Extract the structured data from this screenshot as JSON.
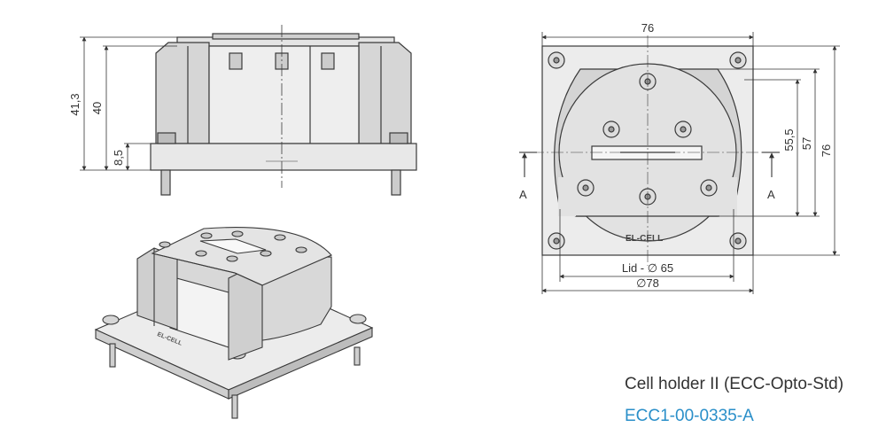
{
  "dimensions": {
    "side_total_height": "41,3",
    "side_body_height": "40",
    "side_base_height": "8,5",
    "top_width": "76",
    "top_height": "76",
    "height_57": "57",
    "height_55_5": "55,5",
    "lid_diameter": "Lid - ∅ 65",
    "outer_diameter": "∅78"
  },
  "section": {
    "left_label": "A",
    "right_label": "A"
  },
  "brand": {
    "logo_text": "EL-CELL"
  },
  "caption": {
    "title": "Cell holder II (ECC-Opto-Std)",
    "code": "ECC1-00-0335-A"
  },
  "colors": {
    "line": "#3a3a3a",
    "fill_light": "#e6e6e6",
    "fill_mid": "#cfcfcf",
    "fill_dark": "#b5b5b5",
    "accent": "#2a8fc9"
  }
}
